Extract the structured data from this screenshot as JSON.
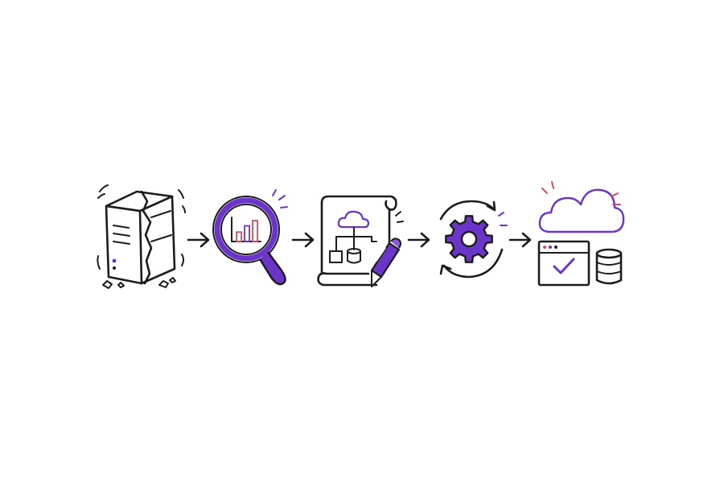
{
  "colors": {
    "ink": "#1c1c1c",
    "accent": "#6a35c8",
    "accent_light": "#8a5ad8",
    "alert": "#d94c5e",
    "background": "#ffffff"
  },
  "steps": [
    {
      "icon": "cracked-server-icon"
    },
    {
      "icon": "magnifier-chart-icon"
    },
    {
      "icon": "architecture-blueprint-icon"
    },
    {
      "icon": "gear-sync-icon"
    },
    {
      "icon": "cloud-app-database-icon"
    }
  ],
  "connectors": [
    {
      "icon": "arrow-right-icon"
    },
    {
      "icon": "arrow-right-icon"
    },
    {
      "icon": "arrow-right-icon"
    },
    {
      "icon": "arrow-right-icon"
    }
  ],
  "chart_bars": [
    0.45,
    0.75,
    1.0
  ]
}
